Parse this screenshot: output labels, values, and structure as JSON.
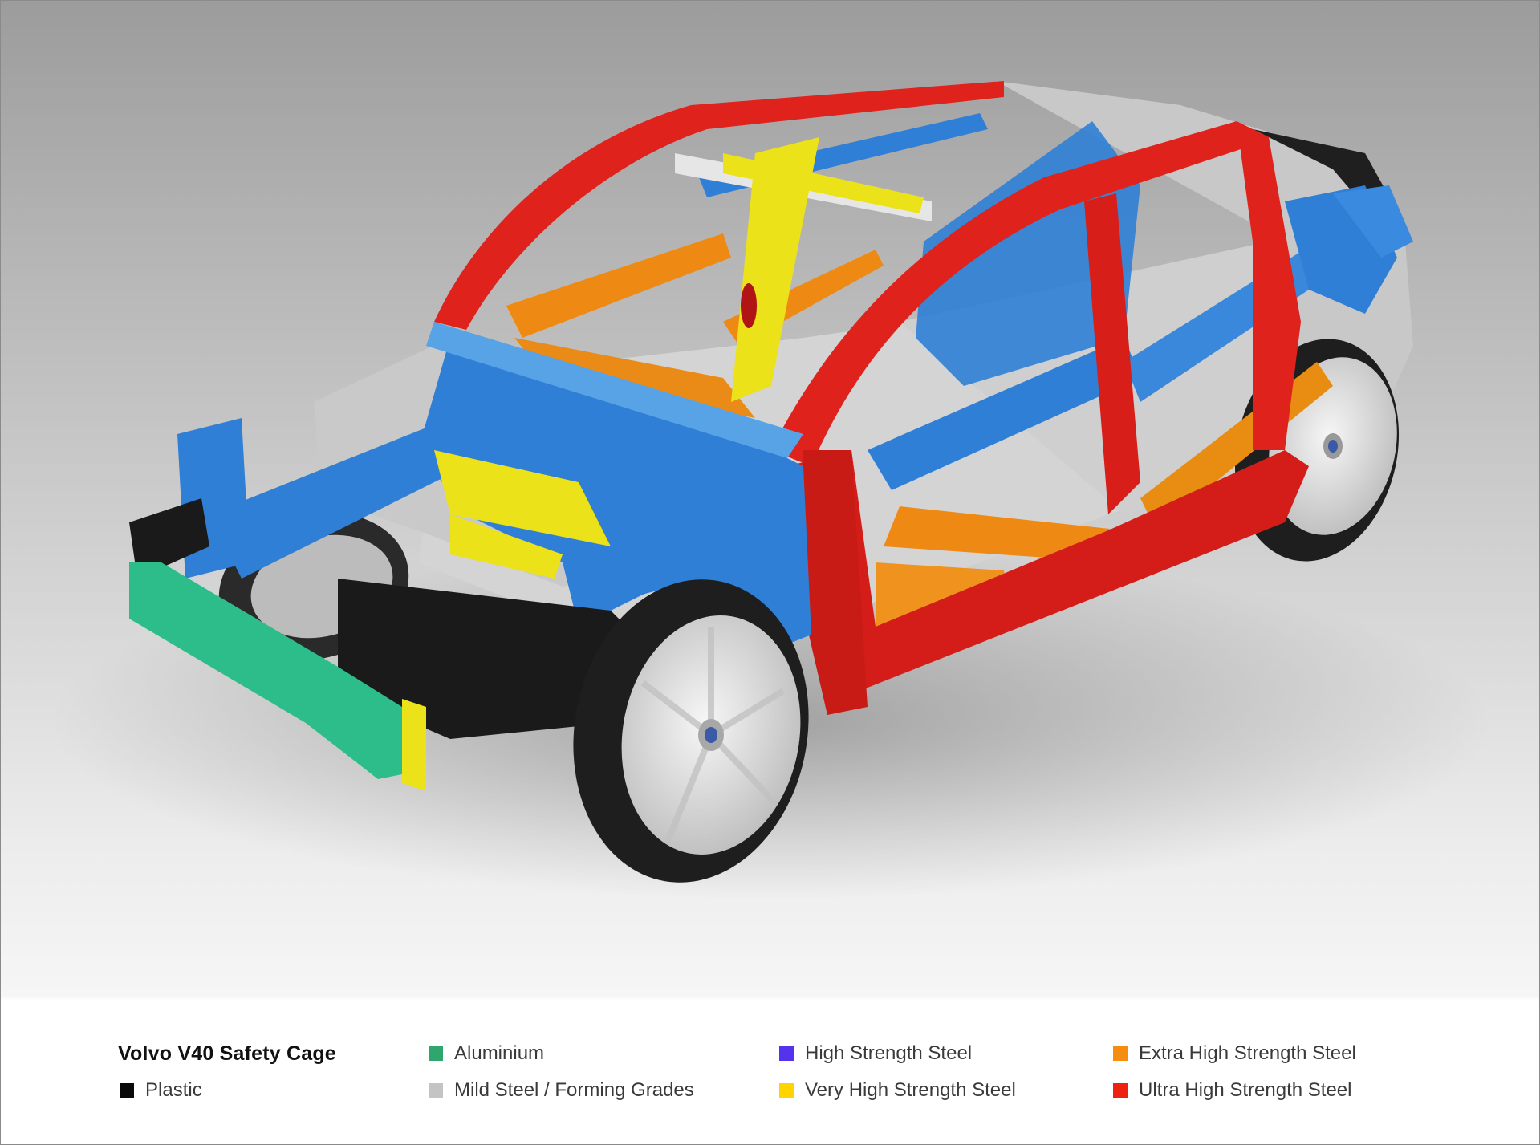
{
  "diagram": {
    "subject": "Volvo V40 body-in-white safety cage, 3/4 front view, parts colored by material grade",
    "background_gradient": [
      "#9c9c9c",
      "#ffffff"
    ]
  },
  "legend": {
    "title": "Volvo V40 Safety Cage",
    "items": [
      {
        "label": "Plastic",
        "color": "#0a0a0a"
      },
      {
        "label": "Aluminium",
        "color": "#2fa66e"
      },
      {
        "label": "Mild Steel / Forming Grades",
        "color": "#c4c4c4"
      },
      {
        "label": "High Strength Steel",
        "color": "#5533ee"
      },
      {
        "label": "Very High Strength Steel",
        "color": "#ffd400"
      },
      {
        "label": "Extra High Strength Steel",
        "color": "#f58d0e"
      },
      {
        "label": "Ultra High Strength Steel",
        "color": "#ee2211"
      }
    ]
  },
  "render_colors": {
    "red": "#e0221c",
    "blue": "#2f7fd6",
    "yellow": "#ece21a",
    "orange": "#ee8a14",
    "green": "#2dbd8a",
    "grey": "#d0d0d0",
    "black": "#1a1a1a",
    "tire": "#222222",
    "rim": "#e4e4e4"
  }
}
